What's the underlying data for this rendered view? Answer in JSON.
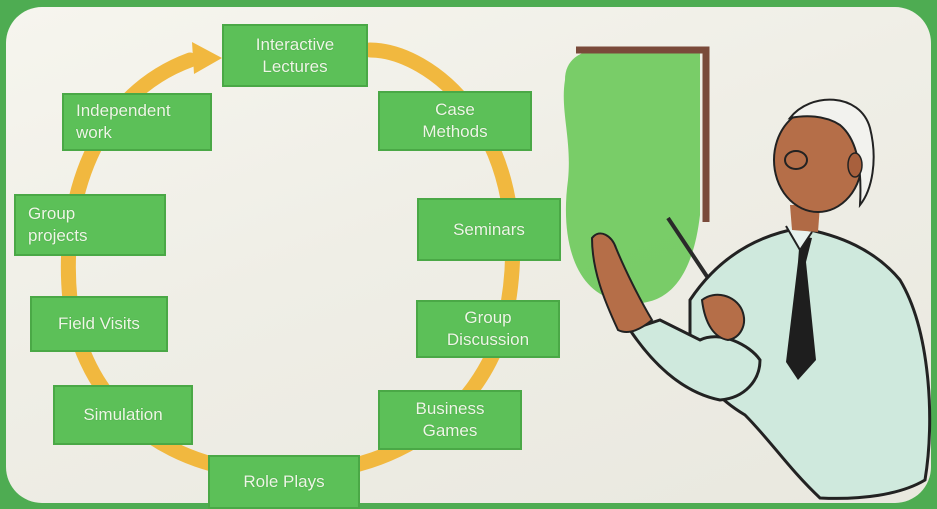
{
  "cycle": {
    "steps": [
      "Interactive\nLectures",
      "Case\nMethods",
      "Seminars",
      "Group\nDiscussion",
      "Business\nGames",
      "Role Plays",
      "Simulation",
      "Field Visits",
      "Group\nprojects",
      "Independent\nwork"
    ]
  },
  "colors": {
    "background_border": "#4eac52",
    "box_fill": "#5cc058",
    "ring": "#f1b83f",
    "board": "#6cc95a"
  },
  "illustration": {
    "icon": "teacher-with-pointer-icon"
  }
}
